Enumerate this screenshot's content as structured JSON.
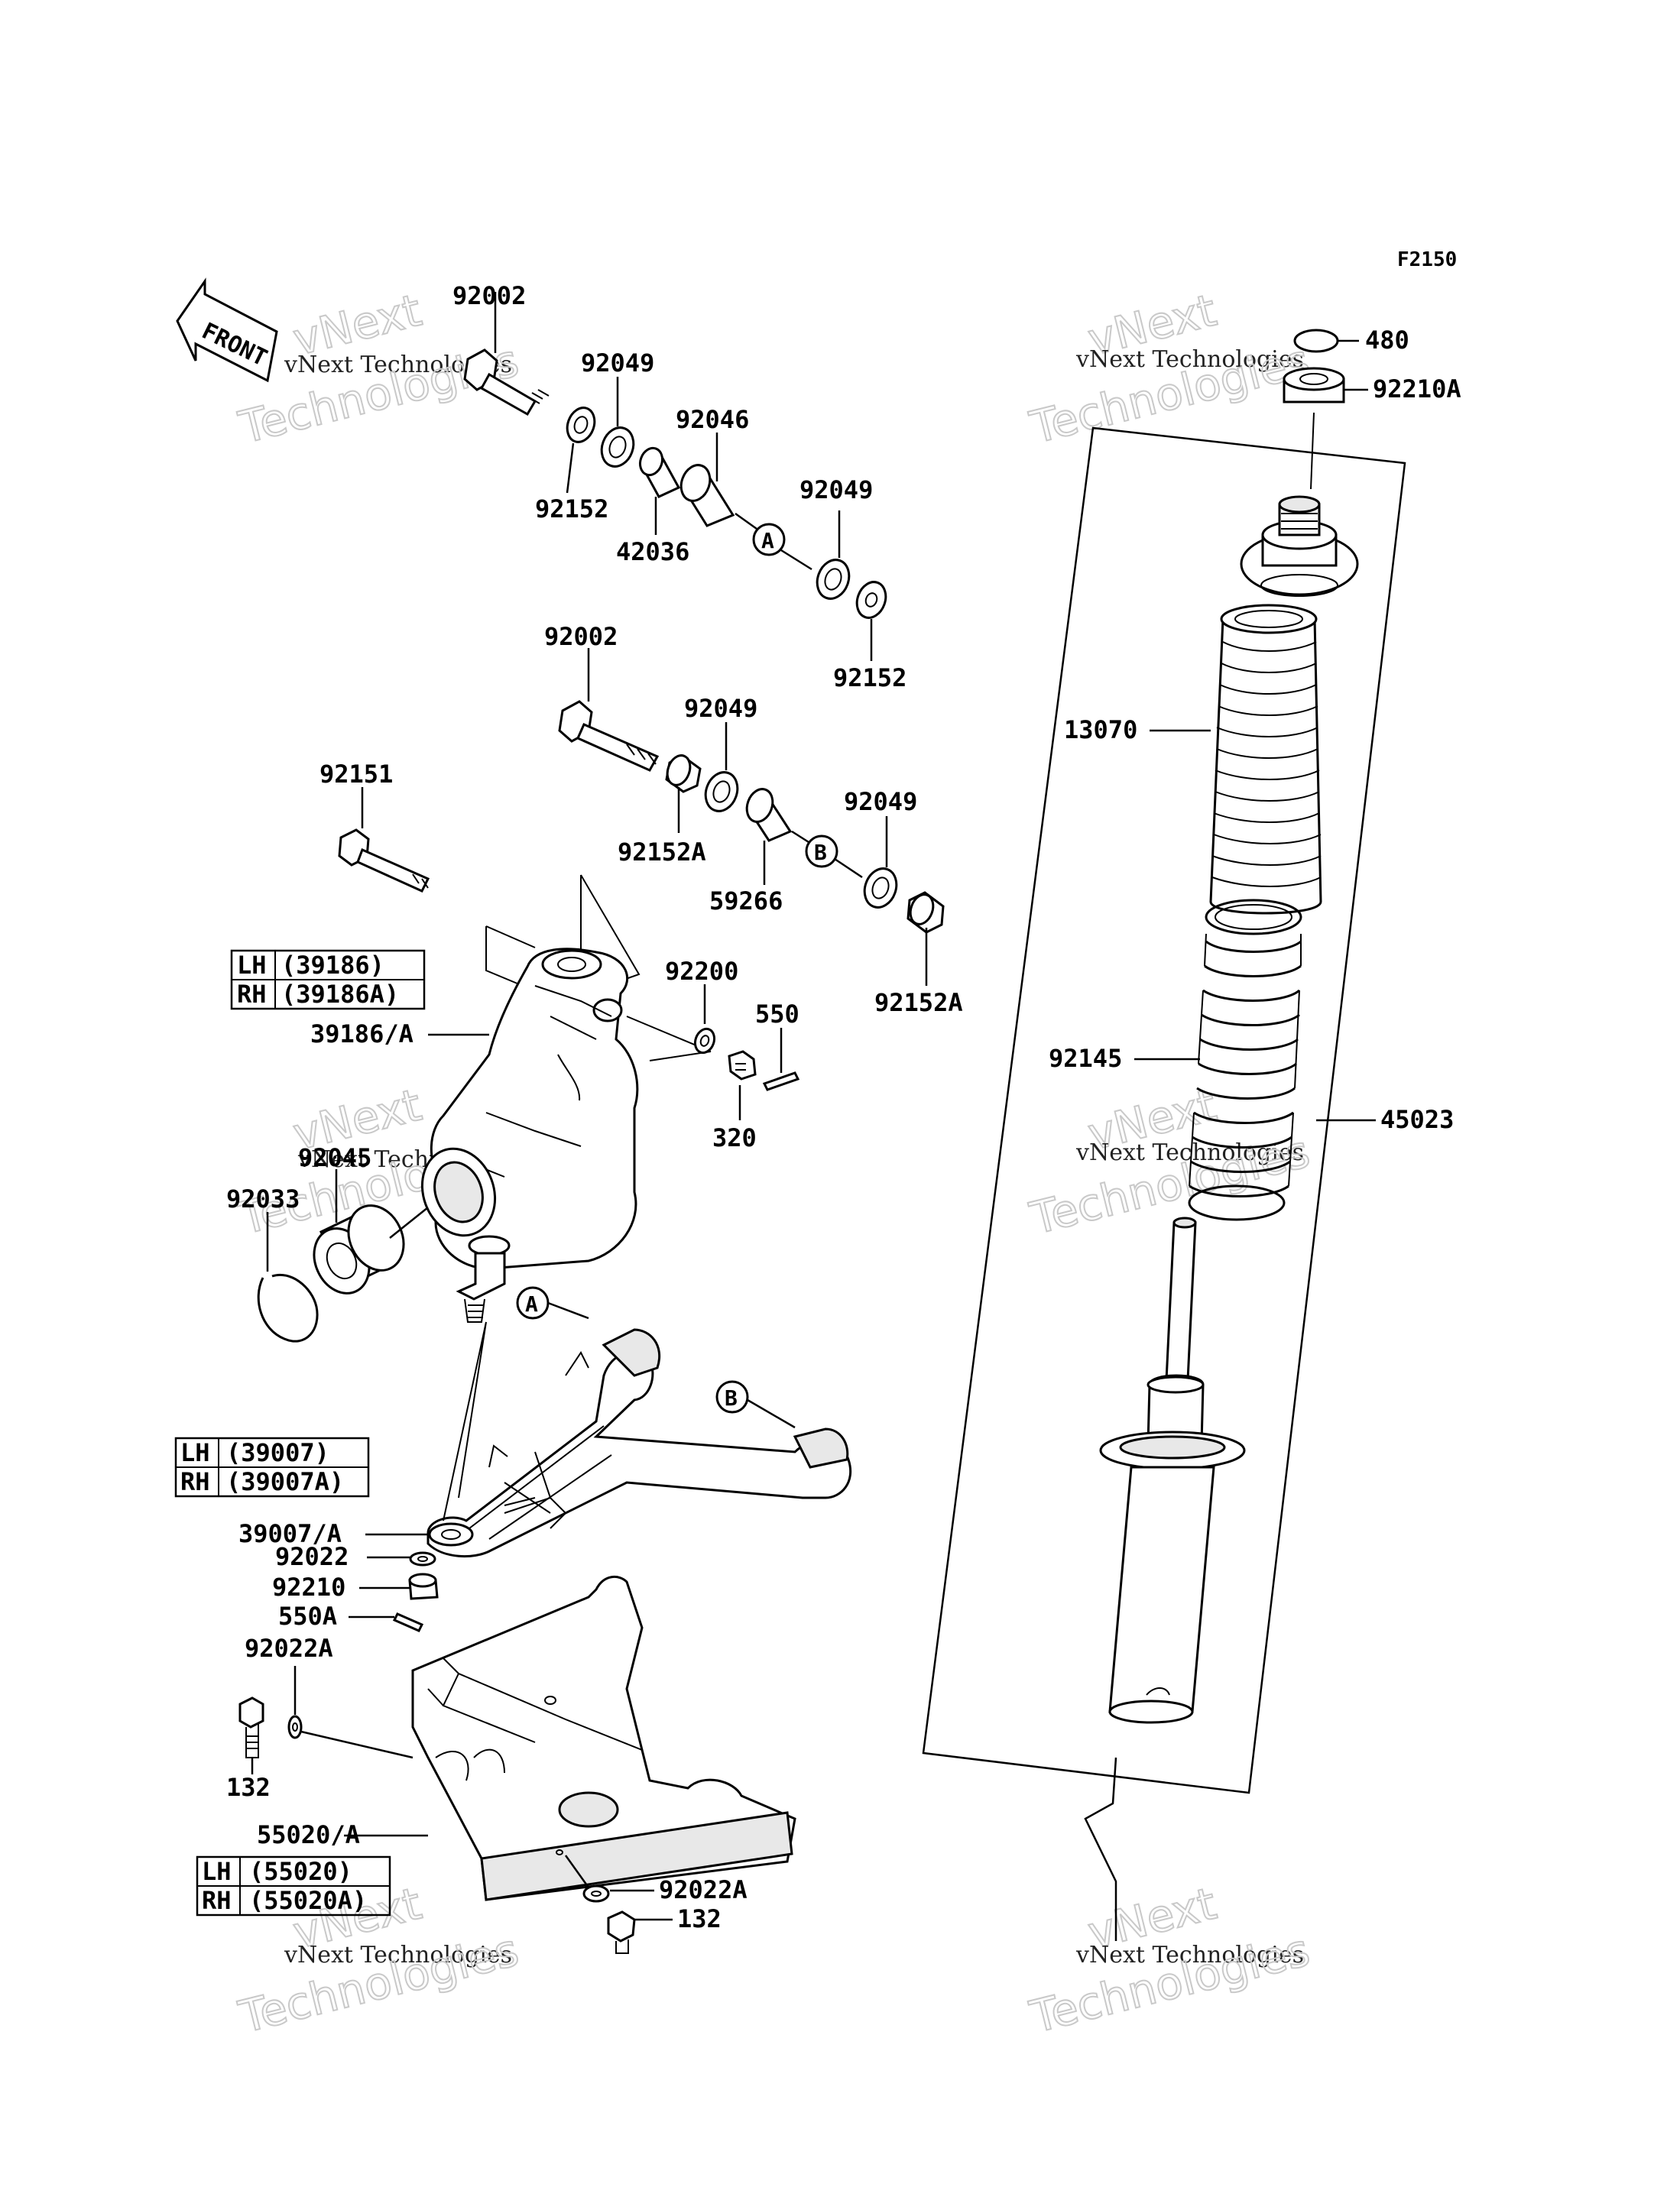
{
  "figure_code": "F2150",
  "front_arrow_label": "FRONT",
  "watermark": {
    "line1": "vNext",
    "line2": "vNext Technologies",
    "line3": "Technologies"
  },
  "part_labels": {
    "p92002_top": "92002",
    "p92049_a": "92049",
    "p92046": "92046",
    "p92152_a": "92152",
    "p42036": "42036",
    "p92049_b": "92049",
    "p92152_b": "92152",
    "p92002_mid": "92002",
    "p92049_c": "92049",
    "p92152A_a": "92152A",
    "p59266": "59266",
    "p92049_d": "92049",
    "p92152A_b": "92152A",
    "p92151": "92151",
    "p92200": "92200",
    "p550": "550",
    "p320": "320",
    "p39186A": "39186/A",
    "p92045": "92045",
    "p92033": "92033",
    "p39007A": "39007/A",
    "p92022": "92022",
    "p92210": "92210",
    "p550A": "550A",
    "p92022A_a": "92022A",
    "p132_a": "132",
    "p55020A": "55020/A",
    "p92022A_b": "92022A",
    "p132_b": "132",
    "p480": "480",
    "p92210A": "92210A",
    "p13070": "13070",
    "p92145": "92145",
    "p45023": "45023"
  },
  "callouts": {
    "a": "A",
    "b": "B"
  },
  "side_tables": [
    {
      "rows": [
        {
          "side": "LH",
          "part": "(39186)"
        },
        {
          "side": "RH",
          "part": "(39186A)"
        }
      ]
    },
    {
      "rows": [
        {
          "side": "LH",
          "part": "(39007)"
        },
        {
          "side": "RH",
          "part": "(39007A)"
        }
      ]
    },
    {
      "rows": [
        {
          "side": "LH",
          "part": "(55020)"
        },
        {
          "side": "RH",
          "part": "(55020A)"
        }
      ]
    }
  ]
}
